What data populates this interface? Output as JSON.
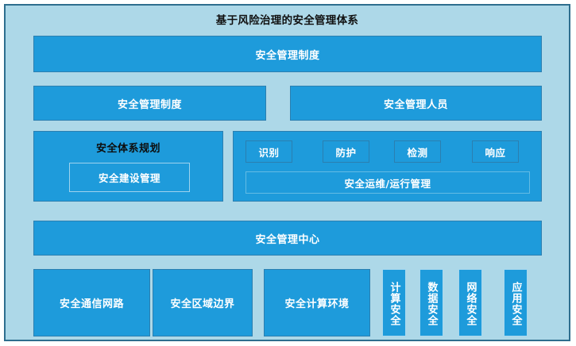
{
  "diagram": {
    "title": "基于风险治理的安全管理体系",
    "colors": {
      "canvas": "#ADD8E8",
      "canvas_border": "#2E6E8E",
      "block_fill": "#1E9BDB",
      "block_border": "#2B7FB0",
      "inner_border": "#9ED3EE",
      "block_text": "#FFFFFF",
      "title_text": "#111111"
    },
    "row1": {
      "bar_label": "安全管理制度"
    },
    "row2": {
      "left_label": "安全管理制度",
      "right_label": "安全管理人员"
    },
    "row3": {
      "planning": {
        "heading": "安全体系规划",
        "inner_label": "安全建设管理"
      },
      "operations": {
        "chips": [
          {
            "label": "识别"
          },
          {
            "label": "防护"
          },
          {
            "label": "检测"
          },
          {
            "label": "响应"
          }
        ],
        "bar_label": "安全运维/运行管理"
      }
    },
    "row4": {
      "bar_label": "安全管理中心"
    },
    "row5": {
      "wide_blocks": [
        {
          "label": "安全通信网路"
        },
        {
          "label": "安全区域边界"
        },
        {
          "label": "安全计算环境"
        }
      ],
      "vertical_blocks": [
        {
          "label": "计算安全"
        },
        {
          "label": "数据安全"
        },
        {
          "label": "网络安全"
        },
        {
          "label": "应用安全"
        }
      ]
    }
  }
}
